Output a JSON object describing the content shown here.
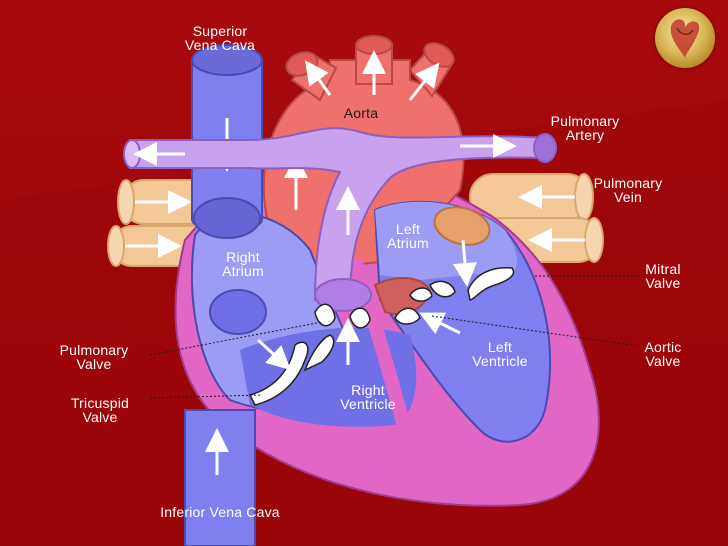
{
  "labels": {
    "superior_vena_cava": "Superior\nVena Cava",
    "aorta": "Aorta",
    "pulmonary_artery": "Pulmonary\nArtery",
    "pulmonary_vein": "Pulmonary\nVein",
    "left_atrium": "Left\nAtrium",
    "right_atrium": "Right\nAtrium",
    "mitral_valve": "Mitral\nValve",
    "aortic_valve": "Aortic\nValve",
    "pulmonary_valve": "Pulmonary\nValve",
    "left_ventricle": "Left\nVentricle",
    "right_ventricle": "Right\nVentricle",
    "tricuspid_valve": "Tricuspid\nValve",
    "inferior_vena_cava": "Inferior Vena Cava"
  },
  "colors": {
    "background": "#a80a0c",
    "deoxygenated": "#7f7ff0",
    "oxygenated": "#f0716b",
    "heart_wall": "#e266c6",
    "pulmonary_artery": "#c9a2ef",
    "pulmonary_vein": "#f3c796",
    "valve": "#ffffff"
  },
  "icons": {
    "thumbnail": "heart-thumbnail-icon"
  }
}
